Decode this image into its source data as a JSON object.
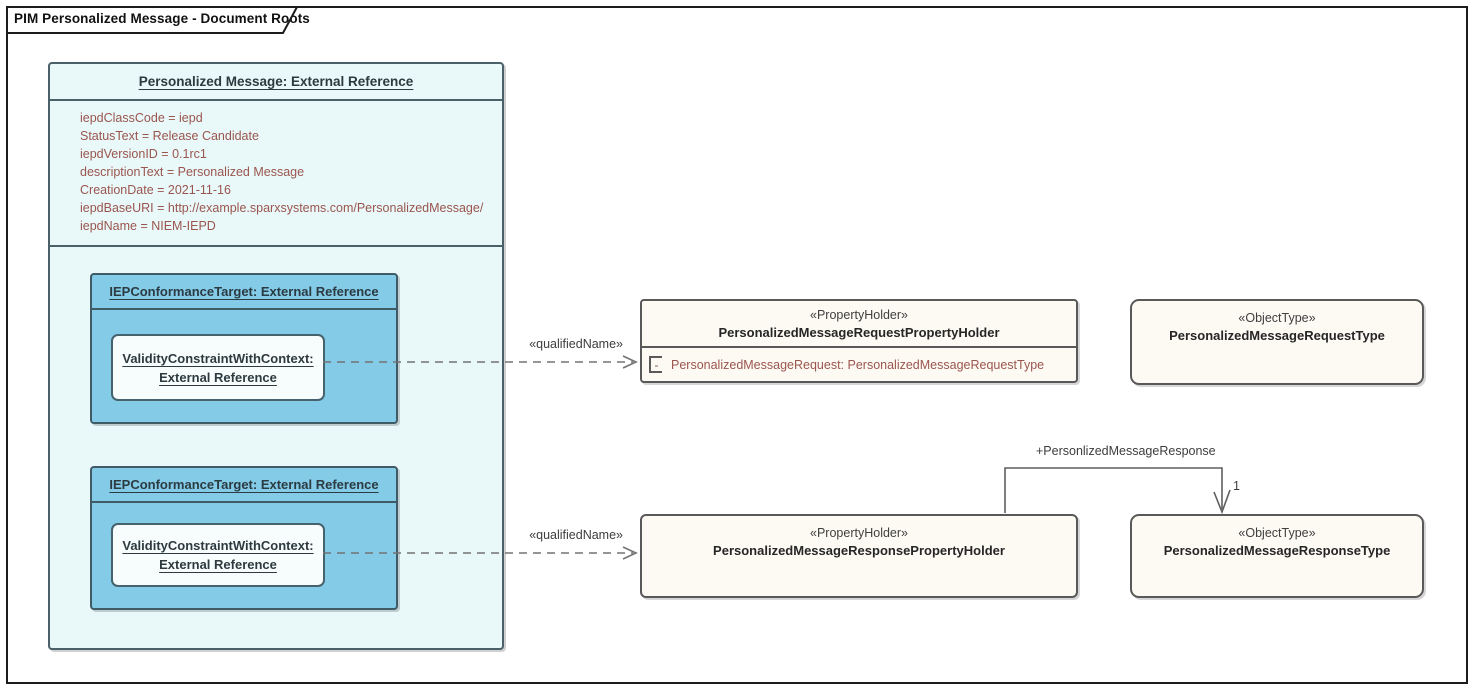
{
  "diagram": {
    "title": "PIM Personalized Message - Document Roots"
  },
  "container": {
    "title": "Personalized Message: External Reference",
    "properties": [
      "iepdClassCode = iepd",
      "StatusText = Release Candidate",
      "iepdVersionID = 0.1rc1",
      "descriptionText = Personalized Message",
      "CreationDate = 2021-11-16",
      "iepdBaseURI = http://example.sparxsystems.com/PersonalizedMessage/",
      "iepdName = NIEM-IEPD"
    ],
    "conformance_targets": [
      {
        "title": "IEPConformanceTarget: External Reference",
        "child_line1": "ValidityConstraintWithContext:",
        "child_line2": "External Reference"
      },
      {
        "title": "IEPConformanceTarget: External Reference",
        "child_line1": "ValidityConstraintWithContext:",
        "child_line2": "External Reference"
      }
    ]
  },
  "classes": {
    "request_property_holder": {
      "stereotype": "«PropertyHolder»",
      "name": "PersonalizedMessageRequestPropertyHolder",
      "attribute_visibility": "-",
      "attribute": "PersonalizedMessageRequest: PersonalizedMessageRequestType"
    },
    "request_type": {
      "stereotype": "«ObjectType»",
      "name": "PersonalizedMessageRequestType"
    },
    "response_property_holder": {
      "stereotype": "«PropertyHolder»",
      "name": "PersonalizedMessageResponsePropertyHolder"
    },
    "response_type": {
      "stereotype": "«ObjectType»",
      "name": "PersonalizedMessageResponseType"
    }
  },
  "connectors": {
    "qualified_name_top": "«qualifiedName»",
    "qualified_name_bottom": "«qualifiedName»",
    "association_name": "+PersonlizedMessageResponse",
    "association_multiplicity": "1"
  },
  "colors": {
    "container_fill": "#e9f8f9",
    "conformance_target_fill": "#84cbe8",
    "validity_fill": "#f7fdfc",
    "class_fill": "#fdfaf4",
    "tagged_value_text": "#9a564e",
    "heading_text": "#2e3a40",
    "connector_line": "#737373",
    "frame_border": "#1c1c1c"
  }
}
